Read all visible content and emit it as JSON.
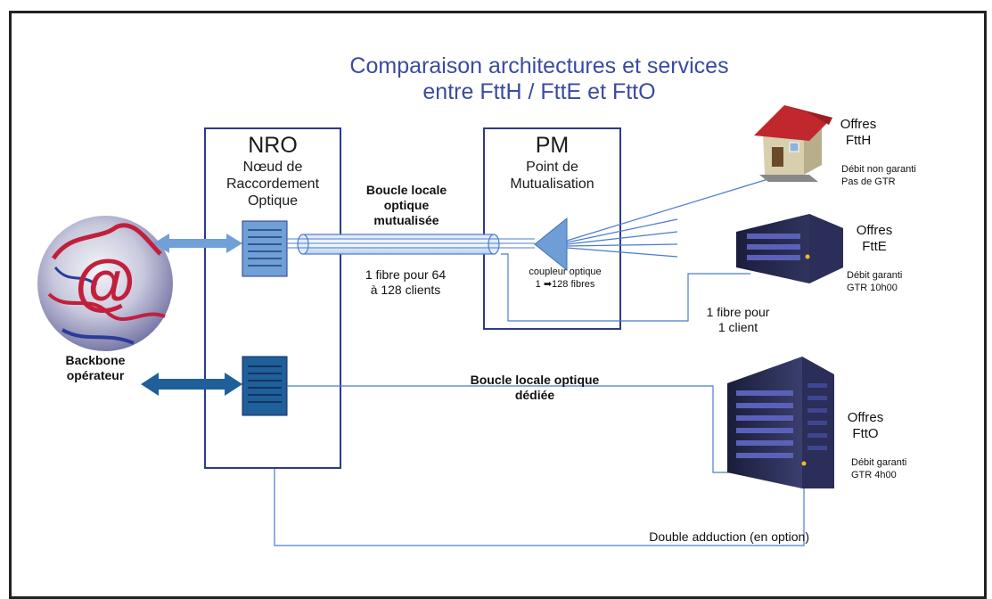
{
  "title": {
    "line1": "Comparaison architectures et services",
    "line2": "entre FttH / FttE et FttO"
  },
  "nro": {
    "acronym": "NRO",
    "line1": "Nœud de",
    "line2": "Raccordement",
    "line3": "Optique"
  },
  "pm": {
    "acronym": "PM",
    "line1": "Point de",
    "line2": "Mutualisation"
  },
  "loop_shared": {
    "line1": "Boucle locale",
    "line2": "optique",
    "line3": "mutualisée"
  },
  "fiber_64": {
    "line1": "1 fibre pour 64",
    "line2": "à 128 clients"
  },
  "coupler": {
    "line1": "coupleur optique",
    "line2_pre": "1",
    "line2_post": "128 fibres"
  },
  "fiber_1": {
    "line1": "1 fibre pour",
    "line2": "1 client"
  },
  "loop_dedicated": {
    "line1": "Boucle locale optique",
    "line2": "dédiée"
  },
  "backbone": {
    "line1": "Backbone",
    "line2": "opérateur"
  },
  "ftth": {
    "line1": "Offres",
    "line2": "FttH",
    "detail1": "Débit non garanti",
    "detail2": "Pas de GTR"
  },
  "ftte": {
    "line1": "Offres",
    "line2": "FttE",
    "detail1": "Débit garanti",
    "detail2": "GTR 10h00"
  },
  "ftto": {
    "line1": "Offres",
    "line2": "FttO",
    "detail1": "Débit garanti",
    "detail2": "GTR 4h00"
  },
  "double": {
    "label": "Double adduction (en option)"
  },
  "colors": {
    "blue_dark": "#2d3a8c",
    "line_blue": "#4a7bd0",
    "equip_light": "#6fa0d8",
    "equip_dark": "#1f5f9a",
    "title": "#3a4ba0"
  }
}
